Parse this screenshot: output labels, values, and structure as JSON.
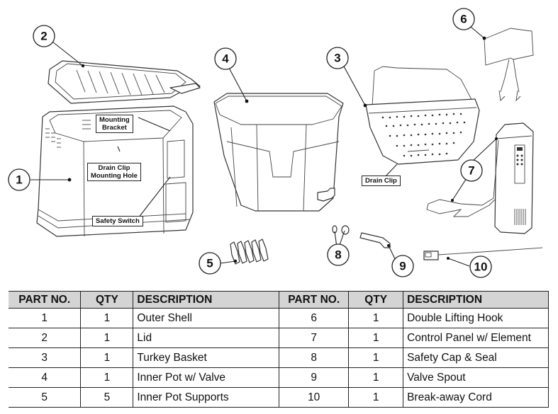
{
  "diagram": {
    "callouts": [
      {
        "number": "1",
        "part": "Outer Shell"
      },
      {
        "number": "2",
        "part": "Lid"
      },
      {
        "number": "3",
        "part": "Turkey Basket"
      },
      {
        "number": "4",
        "part": "Inner Pot w/ Valve"
      },
      {
        "number": "5",
        "part": "Inner Pot Supports"
      },
      {
        "number": "6",
        "part": "Double Lifting Hook"
      },
      {
        "number": "7",
        "part": "Control Panel w/ Element"
      },
      {
        "number": "8",
        "part": "Safety Cap & Seal"
      },
      {
        "number": "9",
        "part": "Valve Spout"
      },
      {
        "number": "10",
        "part": "Break-away Cord"
      }
    ],
    "labels": {
      "mounting_bracket_line1": "Mounting",
      "mounting_bracket_line2": "Bracket",
      "drain_clip_hole_line1": "Drain Clip",
      "drain_clip_hole_line2": "Mounting Hole",
      "safety_switch": "Safety Switch",
      "drain_clip": "Drain Clip"
    }
  },
  "table": {
    "headers": [
      "PART NO.",
      "QTY",
      "DESCRIPTION",
      "PART NO.",
      "QTY",
      "DESCRIPTION"
    ],
    "header_bg": "#d4d4d4",
    "rows": [
      [
        "1",
        "1",
        "Outer Shell",
        "6",
        "1",
        "Double Lifting Hook"
      ],
      [
        "2",
        "1",
        "Lid",
        "7",
        "1",
        "Control Panel w/ Element"
      ],
      [
        "3",
        "1",
        "Turkey Basket",
        "8",
        "1",
        "Safety Cap & Seal"
      ],
      [
        "4",
        "1",
        "Inner Pot w/ Valve",
        "9",
        "1",
        "Valve Spout"
      ],
      [
        "5",
        "5",
        "Inner Pot Supports",
        "10",
        "1",
        "Break-away Cord"
      ]
    ]
  }
}
